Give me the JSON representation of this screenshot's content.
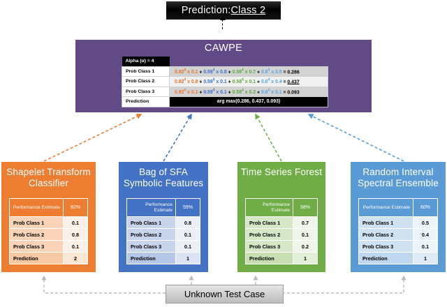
{
  "prediction_banner": {
    "label": "Prediction: ",
    "value": "Class 2"
  },
  "cawpe": {
    "title": "CAWPE",
    "alpha_label": "Alpha (α) = 4",
    "rows": [
      {
        "label": "Prob Class 1",
        "terms": [
          {
            "base": "0.82",
            "exp": "4",
            "weight": "0.1",
            "color": "#E8752A"
          },
          {
            "base": "0.59",
            "exp": "4",
            "weight": "0.8",
            "color": "#3C6FD0"
          },
          {
            "base": "0.58",
            "exp": "4",
            "weight": "0.7",
            "color": "#5FA83C"
          },
          {
            "base": "0.6",
            "exp": "4",
            "weight": "0.5",
            "color": "#58A6E0"
          }
        ],
        "result": "0.286",
        "highlighted": false
      },
      {
        "label": "Prob Class 2",
        "terms": [
          {
            "base": "0.82",
            "exp": "4",
            "weight": "0.8",
            "color": "#E8752A"
          },
          {
            "base": "0.59",
            "exp": "4",
            "weight": "0.1",
            "color": "#3C6FD0"
          },
          {
            "base": "0.58",
            "exp": "4",
            "weight": "0.1",
            "color": "#5FA83C"
          },
          {
            "base": "0.6",
            "exp": "4",
            "weight": "0.4",
            "color": "#58A6E0"
          }
        ],
        "result": "0.437",
        "highlighted": true
      },
      {
        "label": "Prob Class 3",
        "terms": [
          {
            "base": "0.82",
            "exp": "4",
            "weight": "0.1",
            "color": "#E8752A"
          },
          {
            "base": "0.59",
            "exp": "4",
            "weight": "0.1",
            "color": "#3C6FD0"
          },
          {
            "base": "0.58",
            "exp": "4",
            "weight": "0.2",
            "color": "#5FA83C"
          },
          {
            "base": "0.6",
            "exp": "4",
            "weight": "0.1",
            "color": "#58A6E0"
          }
        ],
        "result": "0.093",
        "highlighted": false
      }
    ],
    "prediction_label": "Prediction",
    "prediction_value": "arg max(0.286, 0.437, 0.093)",
    "panel_color": "#624A87"
  },
  "classifiers": [
    {
      "id": "stc",
      "title": "Shapelet Transform Classifier",
      "color": "#ED7D31",
      "performance_label": "Performance Estimate",
      "performance_value": "82%",
      "rows": [
        {
          "label": "Prob Class 1",
          "value": "0.1"
        },
        {
          "label": "Prob Class 2",
          "value": "0.8"
        },
        {
          "label": "Prob Class 3",
          "value": "0.1"
        }
      ],
      "prediction_label": "Prediction",
      "prediction_value": "2"
    },
    {
      "id": "boss",
      "title": "Bag of SFA Symbolic Features",
      "color": "#4472C4",
      "performance_label": "Performance Estimate",
      "performance_value": "59%",
      "rows": [
        {
          "label": "Prob Class 1",
          "value": "0.8"
        },
        {
          "label": "Prob Class 2",
          "value": "0.1"
        },
        {
          "label": "Prob Class 3",
          "value": "0.1"
        }
      ],
      "prediction_label": "Prediction",
      "prediction_value": "1"
    },
    {
      "id": "tsf",
      "title": "Time Series Forest",
      "color": "#70AD47",
      "performance_label": "Performance Estimate",
      "performance_value": "58%",
      "rows": [
        {
          "label": "Prob Class 1",
          "value": "0.7"
        },
        {
          "label": "Prob Class 2",
          "value": "0.1"
        },
        {
          "label": "Prob Class 3",
          "value": "0.2"
        }
      ],
      "prediction_label": "Prediction",
      "prediction_value": "1"
    },
    {
      "id": "rise",
      "title": "Random Interval Spectral Ensemble",
      "color": "#5B9BD5",
      "performance_label": "Performance Estimate",
      "performance_value": "60%",
      "rows": [
        {
          "label": "Prob Class 1",
          "value": "0.5"
        },
        {
          "label": "Prob Class 2",
          "value": "0.4"
        },
        {
          "label": "Prob Class 3",
          "value": "0.1"
        }
      ],
      "prediction_label": "Prediction",
      "prediction_value": "1"
    }
  ],
  "test_case": {
    "label": "Unknown Test Case"
  }
}
